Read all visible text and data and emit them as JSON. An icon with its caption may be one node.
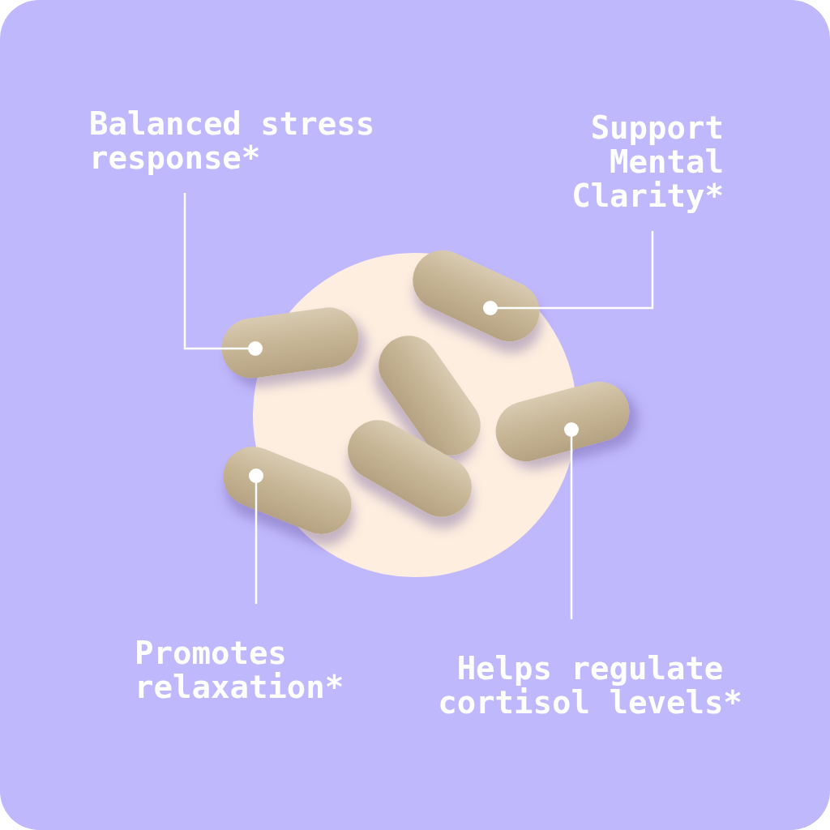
{
  "diagram": {
    "nodes": [
      {
        "text": [
          "Balanced stress response*"
        ]
      },
      {
        "text": [
          "Support Mental Clarity*"
        ]
      },
      {
        "text": [],
        "shape": "picture"
      },
      {
        "text": [],
        "shape": "picture"
      },
      {
        "text": [],
        "shape": "picture"
      },
      {
        "text": [],
        "shape": "picture"
      },
      {
        "text": [
          "Promotes relaxation*"
        ]
      },
      {
        "text": [
          "Helps regulate cortisol levels*"
        ]
      }
    ],
    "edges": [
      {
        "from": 0,
        "to": 3,
        "arrow": "other"
      },
      {
        "from": 1,
        "to": 2,
        "arrow": "other"
      },
      {
        "from": 6,
        "to": 5,
        "arrow": "other"
      },
      {
        "from": 7,
        "to": 4,
        "arrow": "other"
      }
    ]
  }
}
